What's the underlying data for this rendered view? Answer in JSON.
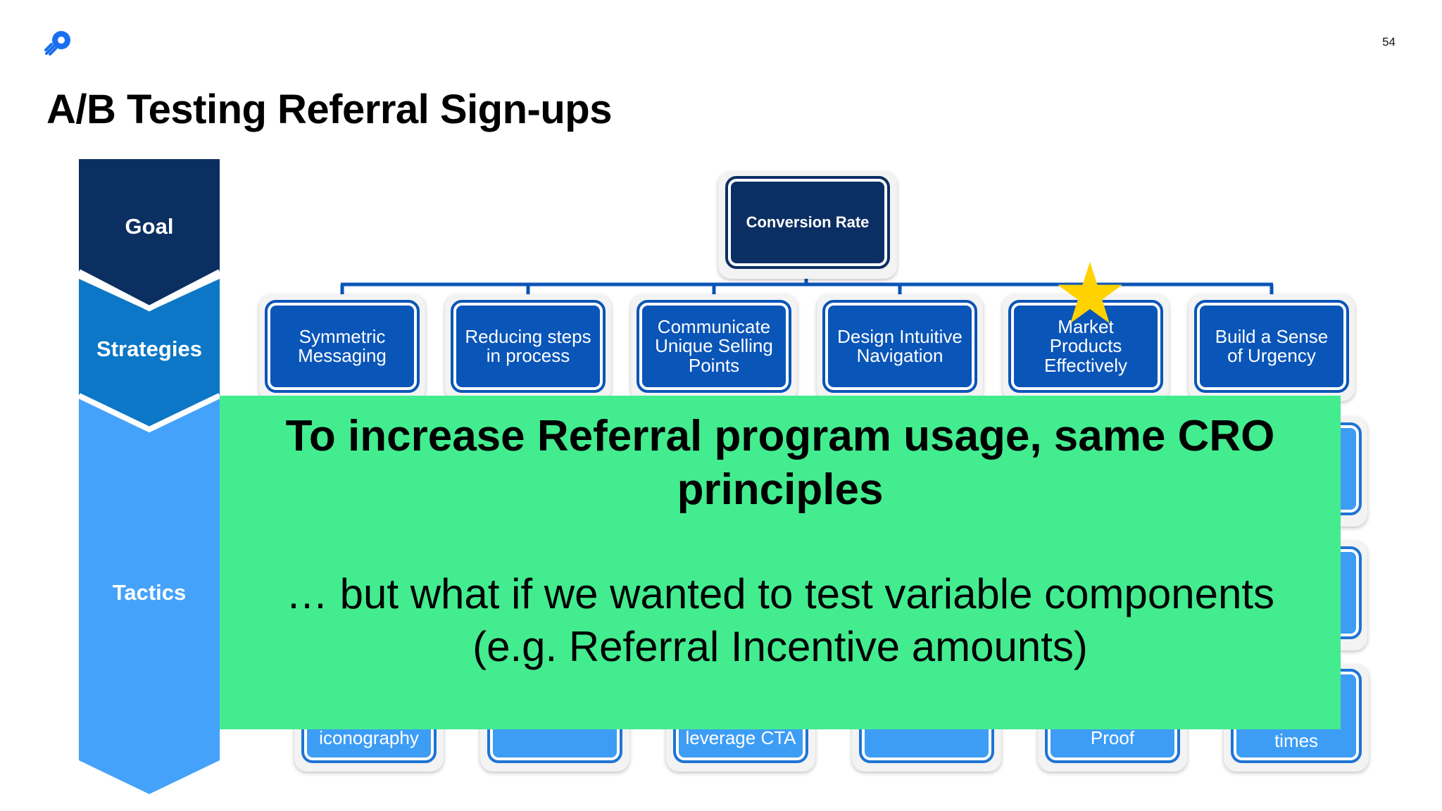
{
  "page": {
    "title": "A/B Testing Referral Sign-ups",
    "page_number": "54"
  },
  "logo": {
    "icon": "rocket-logo-icon",
    "color": "#1a6ff0"
  },
  "stages": {
    "goal": "Goal",
    "strategies": "Strategies",
    "tactics": "Tactics"
  },
  "tree": {
    "goal": "Conversion Rate",
    "strategies": [
      "Symmetric Messaging",
      "Reducing steps in process",
      "Communicate Unique Selling Points",
      "Design Intuitive Navigation",
      "Market Products Effectively",
      "Build a Sense of Urgency"
    ],
    "highlighted_strategy": "Market Products Effectively",
    "highlight_icon": "star-icon",
    "visible_tactic_fragments": [
      "iconography",
      "leverage CTA",
      "Proof",
      "times"
    ]
  },
  "overlay": {
    "headline": "To increase Referral program usage, same CRO principles",
    "body": "… but what if we wanted to test variable components (e.g. Referral Incentive amounts)"
  },
  "colors": {
    "goal": "#0c2f63",
    "strategy": "#0a55b8",
    "tactic": "#3d9df5",
    "overlay": "#43ec8f",
    "star": "#ffd200"
  }
}
